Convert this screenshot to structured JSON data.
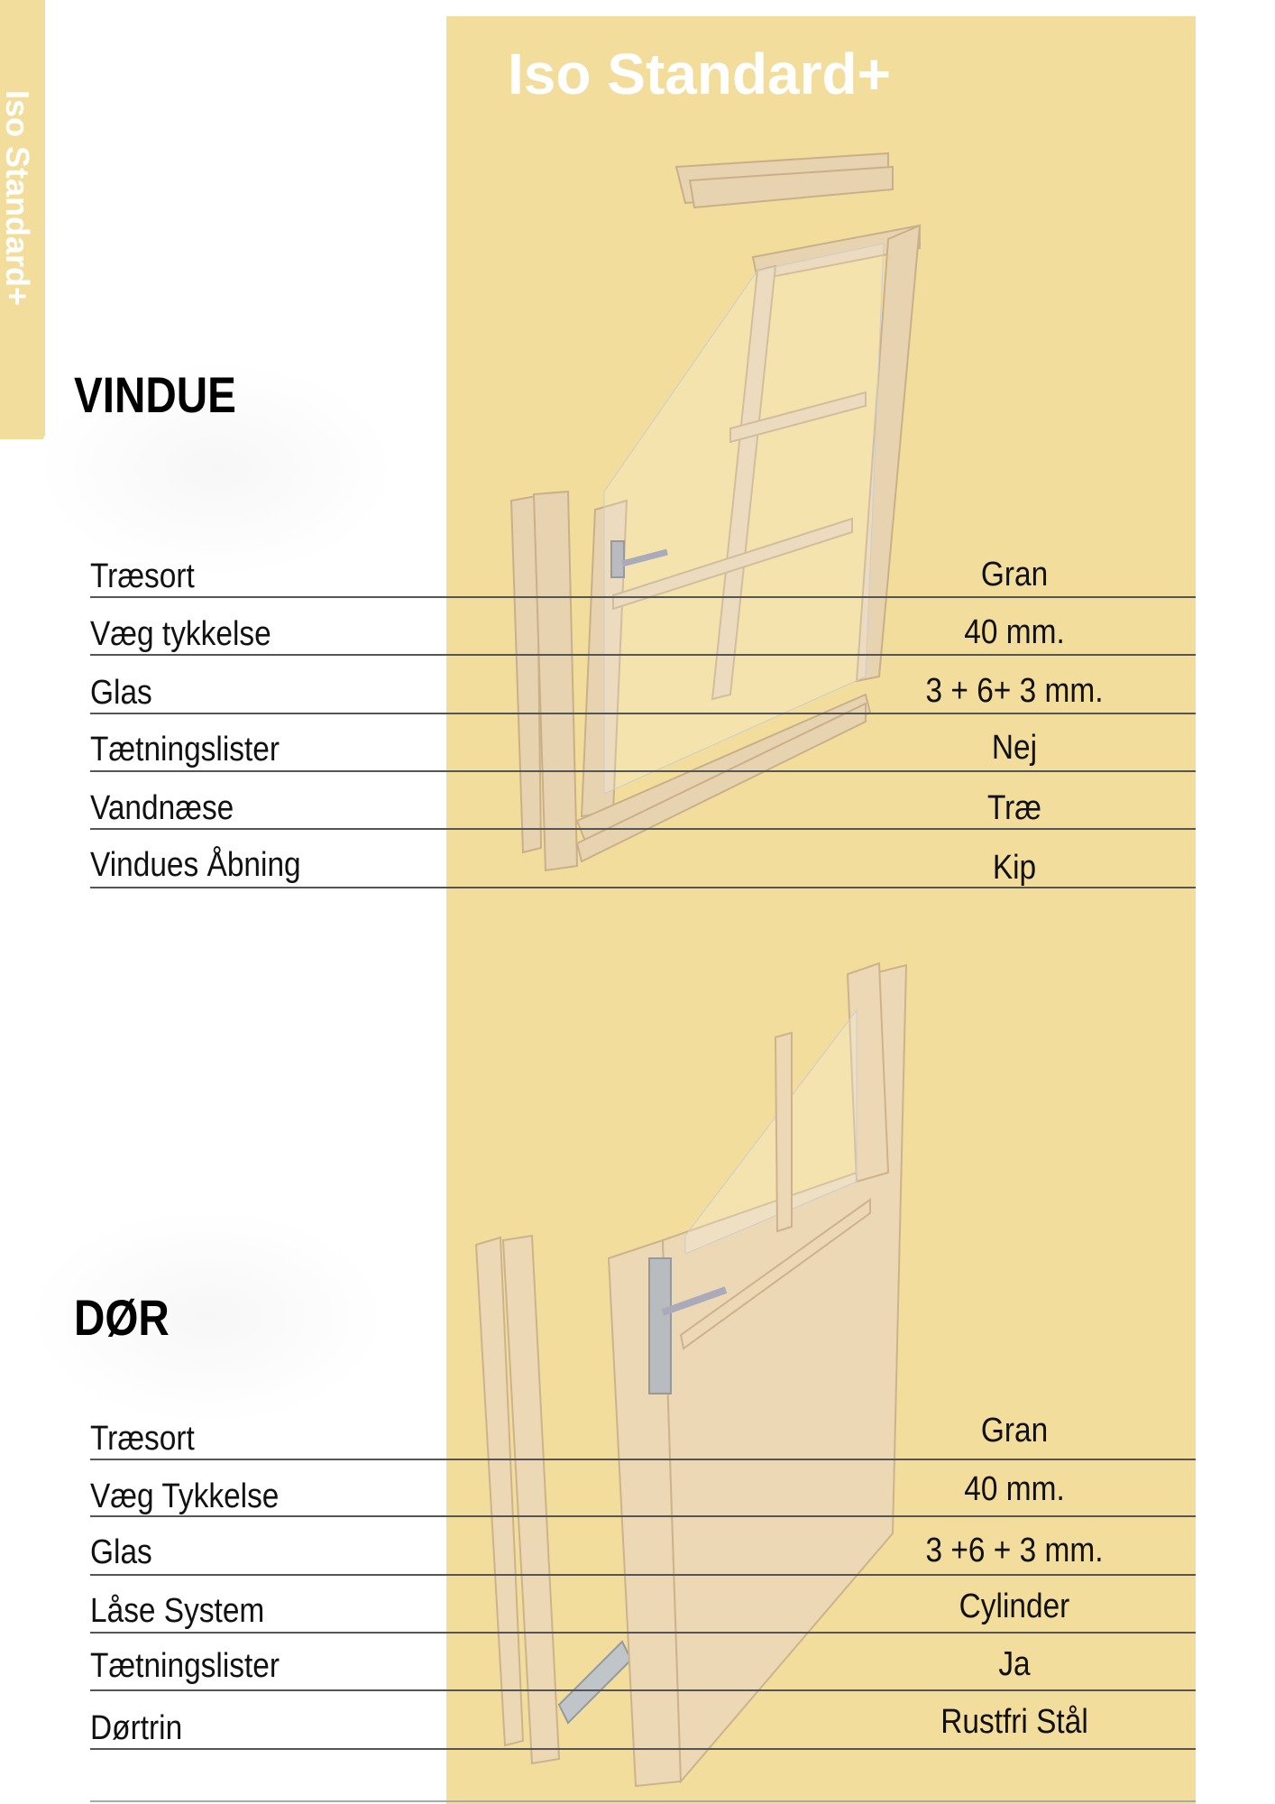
{
  "side_tab": "Iso Standard+",
  "title": "Iso Standard+",
  "window": {
    "heading": "VINDUE",
    "rows": [
      {
        "label": "Træsort",
        "value": "Gran"
      },
      {
        "label": "Væg tykkelse",
        "value": "40 mm."
      },
      {
        "label": "Glas",
        "value": "3 + 6+ 3 mm."
      },
      {
        "label": "Tætningslister",
        "value": "Nej"
      },
      {
        "label": "Vandnæse",
        "value": "Træ"
      },
      {
        "label": "Vindues Åbning",
        "value": "Kip"
      }
    ]
  },
  "door": {
    "heading": "DØR",
    "rows": [
      {
        "label": "Træsort",
        "value": "Gran"
      },
      {
        "label": "Væg Tykkelse",
        "value": "40 mm."
      },
      {
        "label": "Glas",
        "value": "3 +6 + 3 mm."
      },
      {
        "label": "Låse System",
        "value": "Cylinder"
      },
      {
        "label": "Tætningslister",
        "value": "Ja"
      },
      {
        "label": "Dørtrin",
        "value": "Rustfri Stål"
      }
    ]
  },
  "colors": {
    "panel": "#f2dd9c",
    "wood": "#e8d3b0"
  }
}
